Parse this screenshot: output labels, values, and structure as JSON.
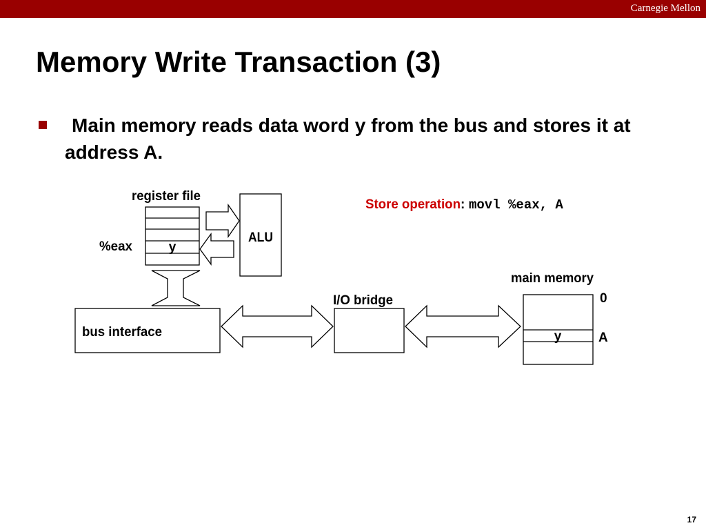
{
  "header": {
    "brand": "Carnegie Mellon",
    "brand_color": "#990000"
  },
  "slide": {
    "title": "Memory Write Transaction (3)",
    "bullet": "Main memory reads data word y from the bus and stores it at address A.",
    "page_number": "17"
  },
  "diagram": {
    "register_file_label": "register file",
    "eax_label": "%eax",
    "eax_value": "y",
    "alu_label": "ALU",
    "bus_interface_label": "bus interface",
    "io_bridge_label": "I/O bridge",
    "main_memory_label": "main memory",
    "memory_value": "y",
    "address_zero": "0",
    "address_a": "A",
    "store_label": "Store operation",
    "store_colon": ":",
    "store_instruction": "movl %eax, A",
    "store_color": "#cc0000"
  }
}
